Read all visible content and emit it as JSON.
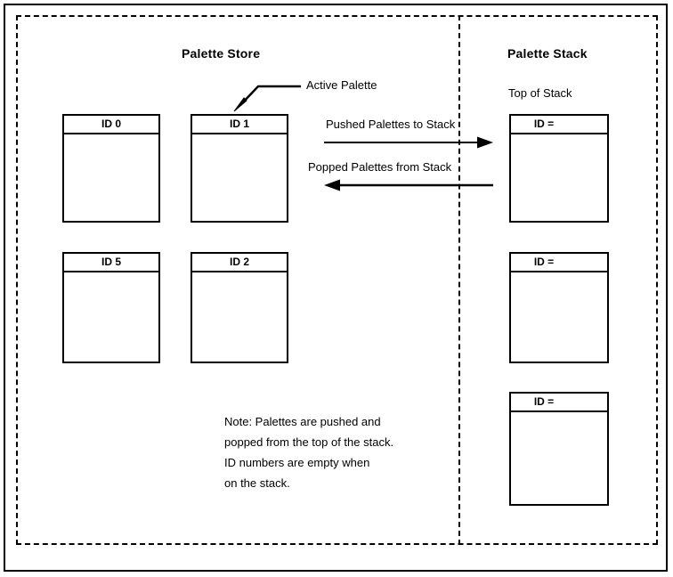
{
  "diagram": {
    "title_store": "Palette Store",
    "title_stack": "Palette Stack",
    "top_of_stack_label": "Top of Stack",
    "active_palette_label": "Active Palette",
    "flow": {
      "push_label": "Pushed Palettes to Stack",
      "pop_label": "Popped Palettes from Stack",
      "push_arrow_direction": "right",
      "pop_arrow_direction": "left"
    },
    "store_boxes": [
      {
        "id_label": "ID 0",
        "active": false,
        "body": ""
      },
      {
        "id_label": "ID 1",
        "active": true,
        "body": ""
      },
      {
        "id_label": "ID 5",
        "active": false,
        "body": ""
      },
      {
        "id_label": "ID 2",
        "active": false,
        "body": ""
      }
    ],
    "stack_boxes": [
      {
        "id_label": "ID =",
        "value": "",
        "body": ""
      },
      {
        "id_label": "ID =",
        "value": "",
        "body": ""
      },
      {
        "id_label": "ID =",
        "value": "",
        "body": ""
      }
    ],
    "note": {
      "lines": [
        "Note: Palettes are pushed and",
        "popped from the top of the stack.",
        "ID numbers are empty when",
        "on the stack."
      ]
    },
    "colors": {
      "ink": "#000000",
      "paper": "#ffffff"
    }
  }
}
